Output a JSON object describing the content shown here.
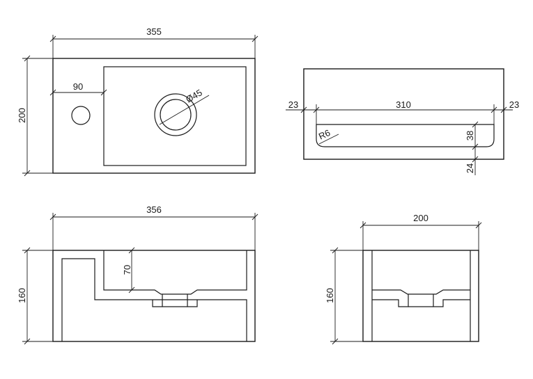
{
  "views": {
    "top": {
      "width_label": "355",
      "height_label": "200",
      "offset_label": "90",
      "drain_label": "Ø45"
    },
    "section": {
      "left_margin_label": "23",
      "inner_width_label": "310",
      "right_margin_label": "23",
      "radius_label": "R6",
      "depth_label": "38",
      "bottom_label": "24"
    },
    "front": {
      "width_label": "356",
      "height_label": "160",
      "basin_depth_label": "70"
    },
    "side": {
      "width_label": "200",
      "height_label": "160"
    }
  }
}
